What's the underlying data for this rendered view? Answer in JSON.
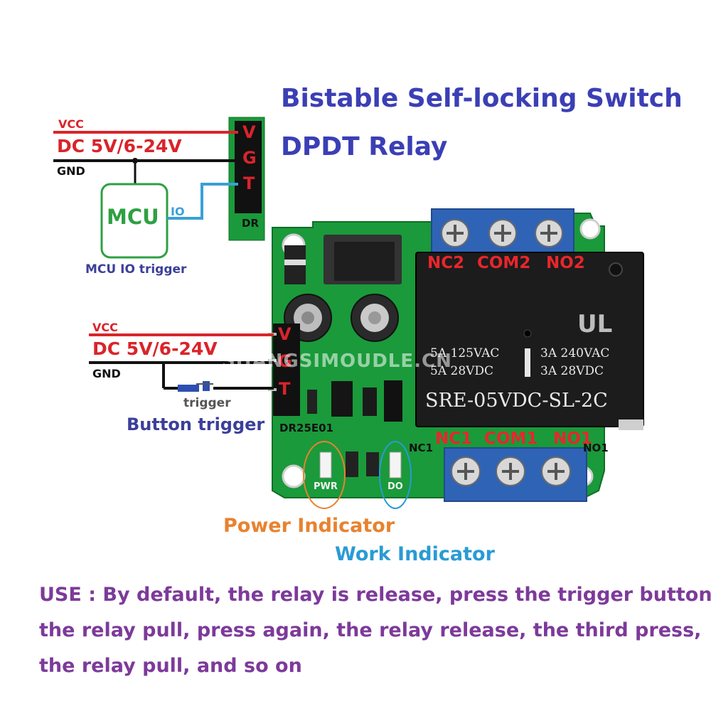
{
  "title": {
    "line1": "Bistable Self-locking Switch",
    "line2": "DPDT Relay"
  },
  "mcu_wiring": {
    "vcc": "VCC",
    "dc": "DC 5V/6-24V",
    "gnd": "GND",
    "mcu": "MCU",
    "io": "IO",
    "caption": "MCU IO trigger",
    "pins": [
      "V",
      "G",
      "T"
    ],
    "board_label": "DR"
  },
  "button_wiring": {
    "vcc": "VCC",
    "dc": "DC 5V/6-24V",
    "gnd": "GND",
    "trigger": "trigger",
    "caption": "Button trigger",
    "pins": [
      "V",
      "G",
      "T"
    ]
  },
  "board": {
    "model": "DR25E01",
    "pwr_label": "PWR",
    "do_label": "DO",
    "nc1_silk": "NC1",
    "no1_silk": "NO1",
    "top_terminals": [
      "NC2",
      "COM2",
      "NO2"
    ],
    "bottom_terminals": [
      "NC1",
      "COM1",
      "NO1"
    ],
    "relay": {
      "rating_left": [
        "5A 125VAC",
        "5A 28VDC"
      ],
      "rating_right": [
        "3A 240VAC",
        "3A 28VDC"
      ],
      "part": "SRE-05VDC-SL-2C",
      "logo": "UL"
    }
  },
  "watermark": "SHANGSIMOUDLE.CN",
  "indicators": {
    "power": "Power Indicator",
    "work": "Work Indicator"
  },
  "usage": {
    "line1": "USE : By default, the relay is release, press the trigger button,",
    "line2": "the relay pull, press again, the relay release, the third press,",
    "line3": "the relay pull, and so on"
  },
  "colors": {
    "pcb": "#1a9a3a",
    "terminal": "#2f63b5",
    "relay": "#1c1c1c",
    "vcc": "#d9242a",
    "gnd": "#111111",
    "io_wire": "#3aa0d8"
  }
}
